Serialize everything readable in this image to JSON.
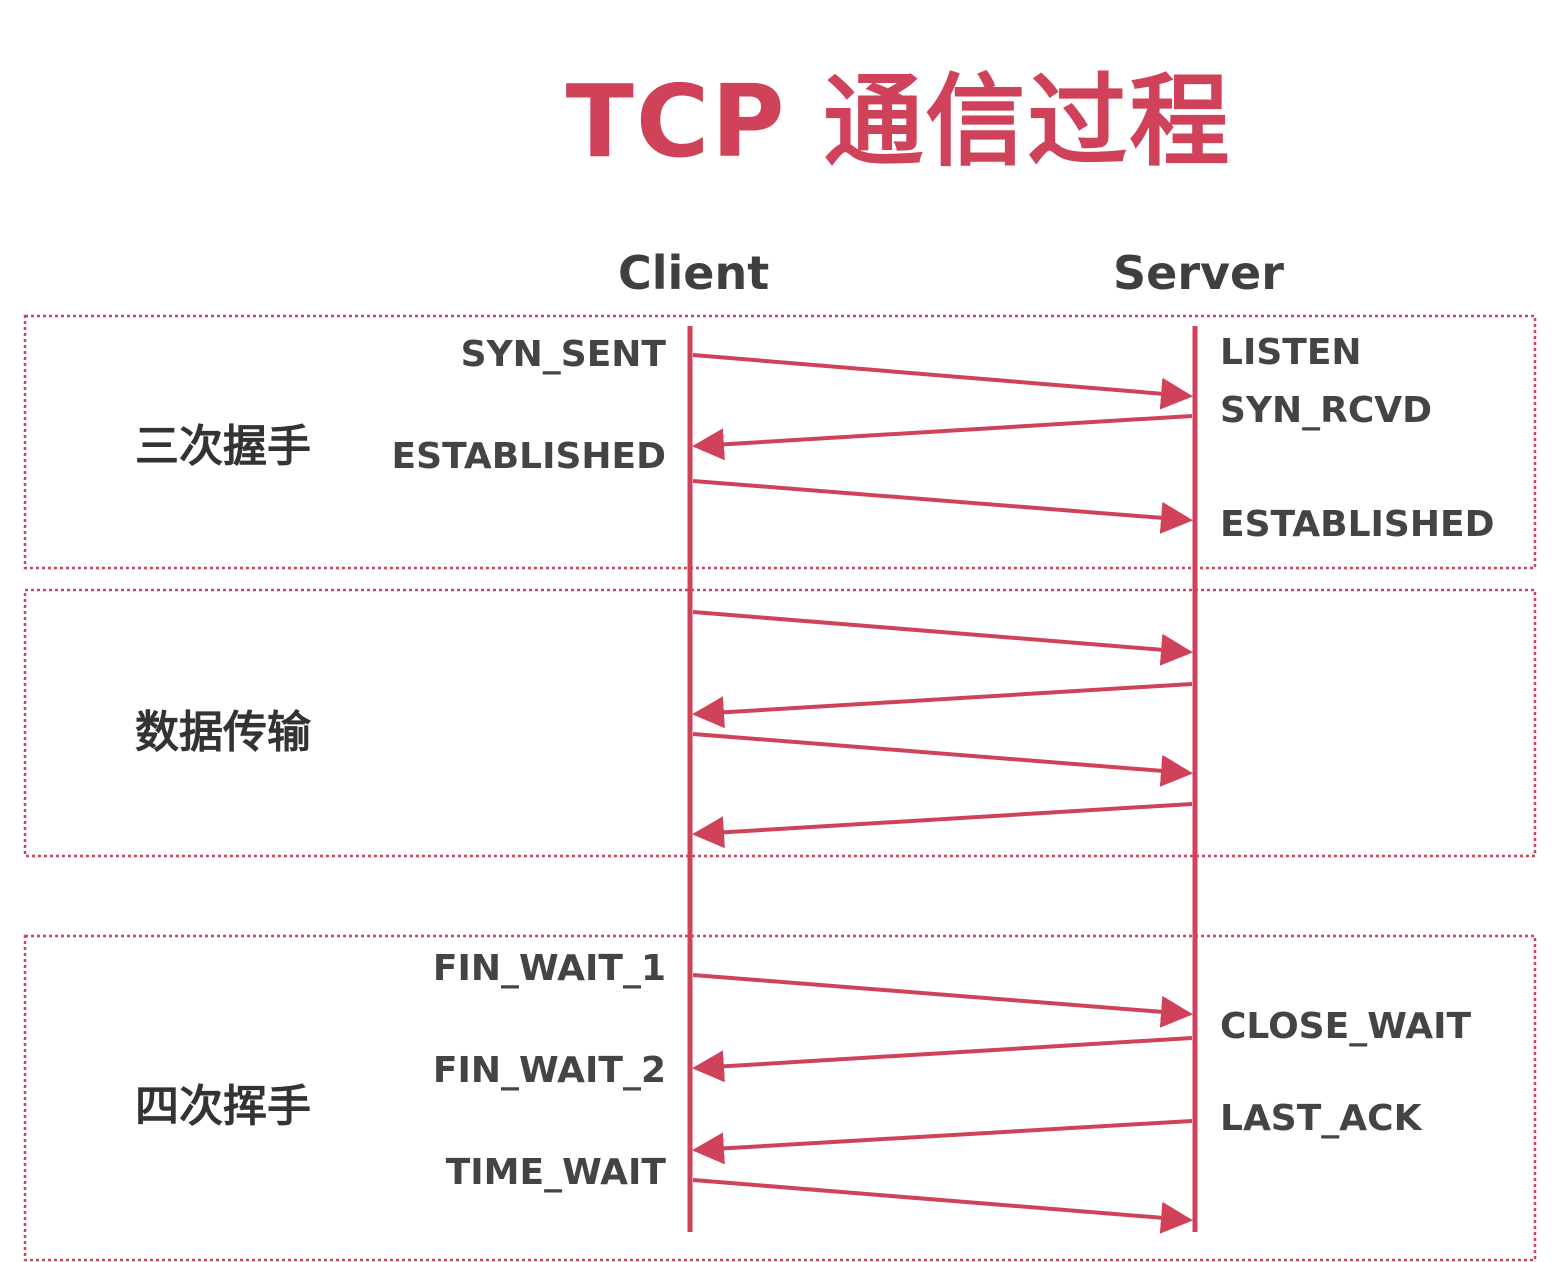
{
  "title": "TCP 通信过程",
  "participants": {
    "client": "Client",
    "server": "Server"
  },
  "sections": [
    {
      "label": "三次握手"
    },
    {
      "label": "数据传输"
    },
    {
      "label": "四次挥手"
    }
  ],
  "client_states": [
    "SYN_SENT",
    "ESTABLISHED",
    "FIN_WAIT_1",
    "FIN_WAIT_2",
    "TIME_WAIT"
  ],
  "server_states": [
    "LISTEN",
    "SYN_RCVD",
    "ESTABLISHED",
    "CLOSE_WAIT",
    "LAST_ACK"
  ],
  "colors": {
    "accent": "#d0425a",
    "text": "#444444"
  },
  "messages": [
    {
      "from": "client",
      "to": "server"
    },
    {
      "from": "server",
      "to": "client"
    },
    {
      "from": "client",
      "to": "server"
    },
    {
      "from": "client",
      "to": "server"
    },
    {
      "from": "server",
      "to": "client"
    },
    {
      "from": "client",
      "to": "server"
    },
    {
      "from": "server",
      "to": "client"
    },
    {
      "from": "client",
      "to": "server"
    },
    {
      "from": "server",
      "to": "client"
    },
    {
      "from": "server",
      "to": "client"
    },
    {
      "from": "client",
      "to": "server"
    }
  ]
}
